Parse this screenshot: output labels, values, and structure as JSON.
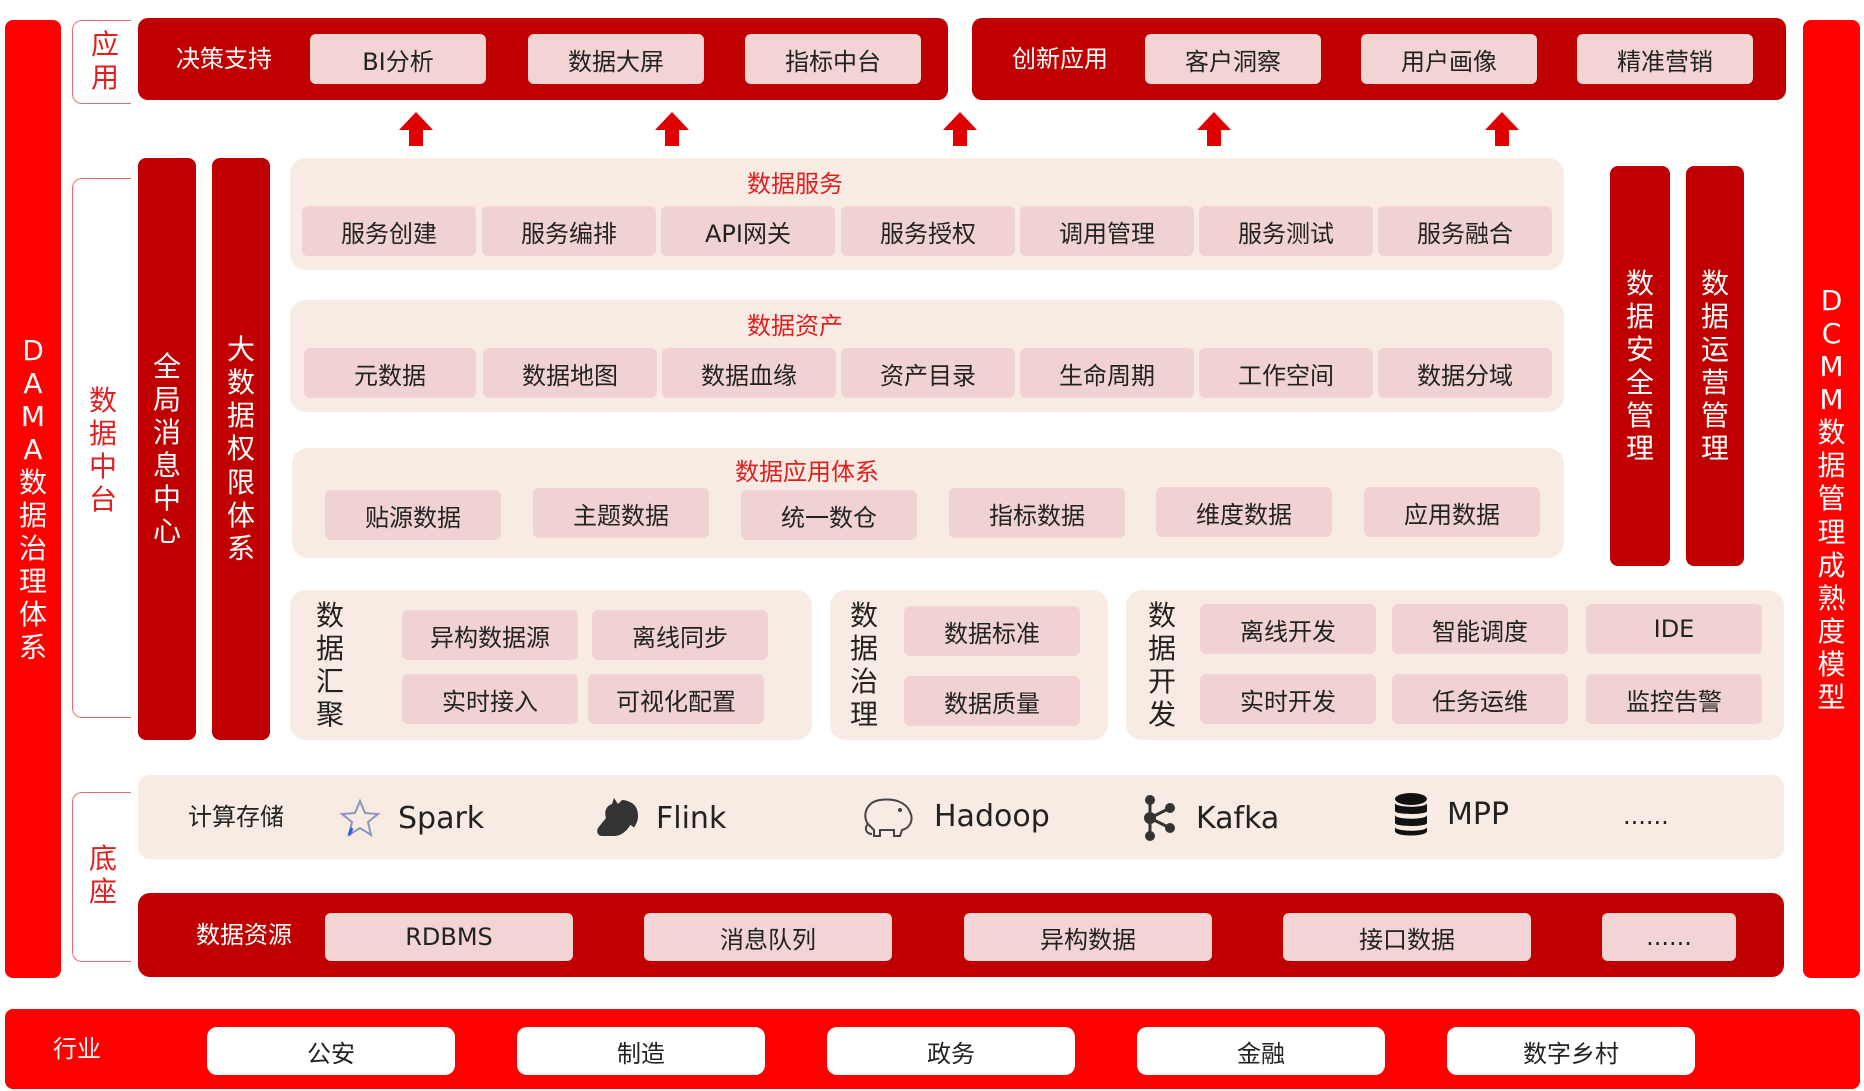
{
  "left_bar": "DAMA数据治理体系",
  "right_bar": "DCMM数据管理成熟度模型",
  "side_labels": {
    "app": "应用",
    "platform": "数据中台",
    "base": "底座"
  },
  "app_row": {
    "decision": {
      "title": "决策支持",
      "items": [
        "BI分析",
        "数据大屏",
        "指标中台"
      ]
    },
    "innovation": {
      "title": "创新应用",
      "items": [
        "客户洞察",
        "用户画像",
        "精准营销"
      ]
    }
  },
  "pillars": {
    "message_center": "全局消息中心",
    "permission": "大数据权限体系",
    "security": "数据安全管理",
    "operation": "数据运营管理"
  },
  "data_service": {
    "title": "数据服务",
    "items": [
      "服务创建",
      "服务编排",
      "API网关",
      "服务授权",
      "调用管理",
      "服务测试",
      "服务融合"
    ]
  },
  "data_asset": {
    "title": "数据资产",
    "items": [
      "元数据",
      "数据地图",
      "数据血缘",
      "资产目录",
      "生命周期",
      "工作空间",
      "数据分域"
    ]
  },
  "data_app_system": {
    "title": "数据应用体系",
    "items": [
      "贴源数据",
      "主题数据",
      "统一数仓",
      "指标数据",
      "维度数据",
      "应用数据"
    ]
  },
  "aggregation": {
    "title": "数据汇聚",
    "items": [
      "异构数据源",
      "离线同步",
      "实时接入",
      "可视化配置"
    ]
  },
  "governance": {
    "title": "数据治理",
    "items": [
      "数据标准",
      "数据质量"
    ]
  },
  "development": {
    "title": "数据开发",
    "items": [
      "离线开发",
      "智能调度",
      "IDE",
      "实时开发",
      "任务运维",
      "监控告警"
    ]
  },
  "compute_storage": {
    "title": "计算存储",
    "items": [
      "Spark",
      "Flink",
      "Hadoop",
      "Kafka",
      "MPP",
      "......"
    ]
  },
  "data_resources": {
    "title": "数据资源",
    "items": [
      "RDBMS",
      "消息队列",
      "异构数据",
      "接口数据",
      "......"
    ]
  },
  "industry": {
    "title": "行业",
    "items": [
      "公安",
      "制造",
      "政务",
      "金融",
      "数字乡村"
    ]
  },
  "colors": {
    "bright_red": "#ff0000",
    "dark_red": "#c00000",
    "cream": "#f8ebe3",
    "pill": "#f0d2d2",
    "header_red": "#e02020"
  }
}
